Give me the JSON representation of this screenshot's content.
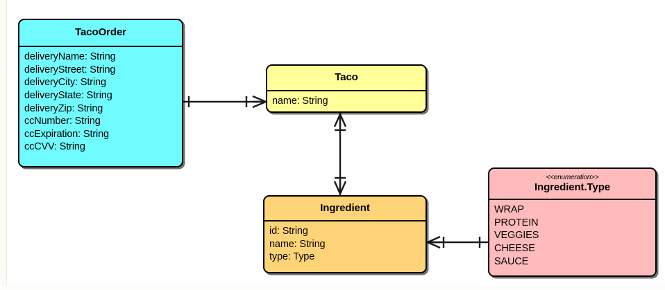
{
  "diagram": {
    "type": "uml-class-diagram",
    "notation": "crows-foot",
    "background_color": "#ffffff",
    "classes": [
      {
        "id": "tacoorder",
        "name": "TacoOrder",
        "stereotype": "",
        "fill_color": "#6FFBFF",
        "border_color": "#000000",
        "attributes": [
          "deliveryName: String",
          "deliveryStreet: String",
          "deliveryCity: String",
          "deliveryState: String",
          "deliveryZip: String",
          "ccNumber: String",
          "ccExpiration: String",
          "ccCVV: String"
        ]
      },
      {
        "id": "taco",
        "name": "Taco",
        "stereotype": "",
        "fill_color": "#FFFF99",
        "border_color": "#000000",
        "attributes": [
          "name: String"
        ]
      },
      {
        "id": "ingredient",
        "name": "Ingredient",
        "stereotype": "",
        "fill_color": "#FFD479",
        "border_color": "#000000",
        "attributes": [
          "id: String",
          "name: String",
          "type: Type"
        ]
      },
      {
        "id": "ingredienttype",
        "name": "Ingredient.Type",
        "stereotype": "<<enumeration>>",
        "fill_color": "#FFBBBB",
        "border_color": "#000000",
        "attributes": [
          "WRAP",
          "PROTEIN",
          "VEGGIES",
          "CHEESE",
          "SAUCE"
        ]
      }
    ],
    "relationships": [
      {
        "id": "tacoorder-taco",
        "from": "TacoOrder",
        "to": "Taco",
        "from_cardinality": "one",
        "to_cardinality": "one-or-many",
        "orientation": "horizontal"
      },
      {
        "id": "taco-ingredient",
        "from": "Taco",
        "to": "Ingredient",
        "from_cardinality": "one-or-many",
        "to_cardinality": "one-or-many",
        "orientation": "vertical"
      },
      {
        "id": "ingredient-ingredienttype",
        "from": "Ingredient",
        "to": "Ingredient.Type",
        "from_cardinality": "one-or-many",
        "to_cardinality": "one",
        "orientation": "horizontal"
      }
    ]
  }
}
